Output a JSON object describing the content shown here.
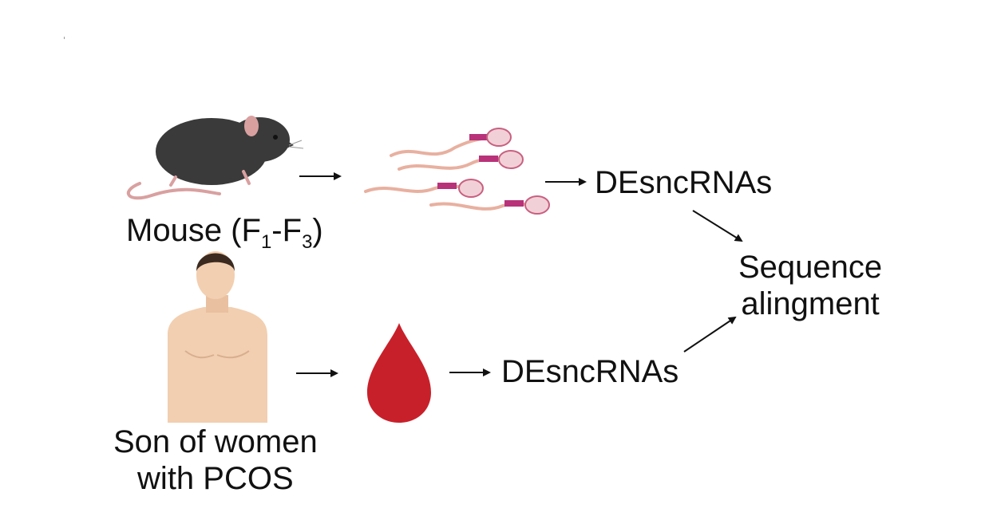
{
  "mouse": {
    "label_prefix": "Mouse (F",
    "sub1": "1",
    "dash": "-F",
    "sub3": "3",
    "label_suffix": ")"
  },
  "human": {
    "line1": "Son of women",
    "line2": "with PCOS"
  },
  "outputs": {
    "top": "DEsncRNAs",
    "bottom": "DEsncRNAs"
  },
  "result": {
    "line1": "Sequence",
    "line2": "alingment"
  },
  "colors": {
    "blood": "#c8202a",
    "mouse_body": "#3a3a3a",
    "mouse_pink": "#d9a0a0",
    "sperm_tail": "#e8b0a0",
    "sperm_mid": "#b8327a",
    "skin": "#f2cfb0",
    "hair": "#3b2a20",
    "arrow": "#111111"
  }
}
